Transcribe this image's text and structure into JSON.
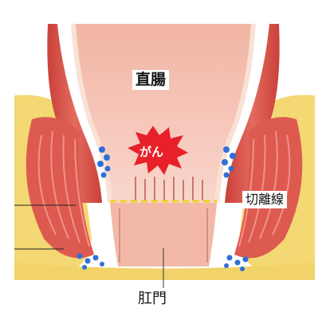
{
  "labels": {
    "rectum": "直腸",
    "cancer": "がん",
    "cut_line": "切離線",
    "anus": "肛門"
  },
  "colors": {
    "fat_yellow": "#f3d873",
    "muscle_red": "#d9534b",
    "mucosa_pink": "#f3b7a6",
    "lumen_pink": "#f7c9bd",
    "vessel_blue": "#2f6fd6",
    "tumor_red": "#e8202a",
    "cut_line_yellow": "#f2d21a"
  }
}
